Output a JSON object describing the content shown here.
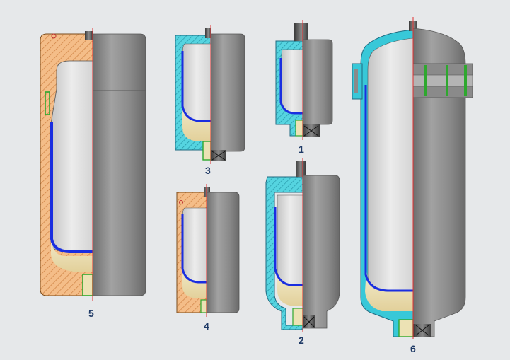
{
  "figure": {
    "labels": {
      "acc1": "1",
      "acc2": "2",
      "acc3": "3",
      "acc4": "4",
      "acc5": "5",
      "acc6": "6"
    },
    "colors": {
      "background": "#e6e8ea",
      "shell_gray": "#8c8c8c",
      "section_cyan": "#38c8d8",
      "section_orange": "#f2b47a",
      "bladder_blue": "#1a2ee0",
      "fluid_cream": "#ece2b4",
      "axis_red": "#e03030",
      "seal_green": "#2ea82e"
    }
  }
}
